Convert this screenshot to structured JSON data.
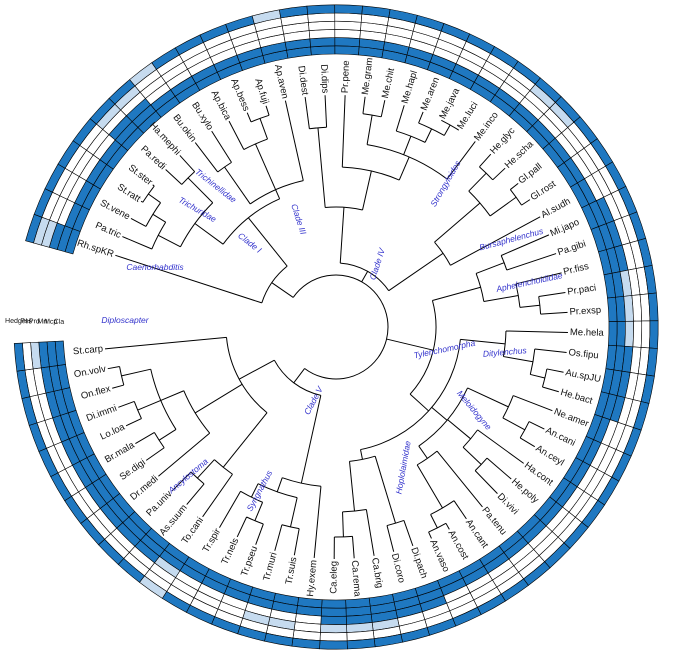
{
  "colors": {
    "present": "#1F78C1",
    "partial": "#C6DBEF",
    "absent": "#FFFFFF",
    "clade_text": "#3333CC",
    "meloidogyne_branch": "#2E8B2E",
    "branch": "#000000"
  },
  "ring_column_labels": [
    "Cla",
    "Mcp",
    "Mrt",
    "Prd",
    "Pss",
    "HedgeH"
  ],
  "clade_labels": [
    {
      "text": "Trichinellidae"
    },
    {
      "text": "Trichuridae"
    },
    {
      "text": "Clade I"
    },
    {
      "text": "Clade III"
    },
    {
      "text": "Clade IV"
    },
    {
      "text": "Strongyloides"
    },
    {
      "text": "Bursaphelenchus"
    },
    {
      "text": "Aphelenchoididae"
    },
    {
      "text": "Tylenchomorpha"
    },
    {
      "text": "Ditylenchus"
    },
    {
      "text": "Meloidogyne"
    },
    {
      "text": "Hoplolaimidae"
    },
    {
      "text": "Clade V"
    },
    {
      "text": "Syngnathus"
    },
    {
      "text": "Ancylostoma"
    },
    {
      "text": "Caenorhabditis"
    },
    {
      "text": "Diploscapter"
    }
  ],
  "taxa": [
    {
      "name": "Rh.spKR",
      "states": [
        1,
        1,
        1,
        2,
        2,
        1
      ]
    },
    {
      "name": "Pa.tric",
      "states": [
        1,
        1,
        0,
        0,
        0,
        1
      ]
    },
    {
      "name": "St.vene",
      "states": [
        1,
        1,
        0,
        0,
        0,
        1
      ]
    },
    {
      "name": "St.ratt",
      "states": [
        1,
        1,
        0,
        0,
        0,
        1
      ]
    },
    {
      "name": "St.ster",
      "states": [
        1,
        1,
        0,
        0,
        0,
        1
      ]
    },
    {
      "name": "Pa.redi",
      "states": [
        1,
        1,
        1,
        0,
        2,
        1
      ]
    },
    {
      "name": "Ha.mephi",
      "states": [
        1,
        1,
        1,
        0,
        2,
        1
      ]
    },
    {
      "name": "Bu.okin",
      "states": [
        1,
        1,
        0,
        0,
        0,
        2
      ]
    },
    {
      "name": "Bu.xylo",
      "states": [
        1,
        1,
        0,
        0,
        0,
        1
      ]
    },
    {
      "name": "Ap.bica",
      "states": [
        1,
        1,
        0,
        0,
        0,
        1
      ]
    },
    {
      "name": "Ap.bess",
      "states": [
        1,
        1,
        0,
        0,
        0,
        1
      ]
    },
    {
      "name": "Ap.fuji",
      "states": [
        1,
        1,
        0,
        0,
        0,
        1
      ]
    },
    {
      "name": "Ap.aven",
      "states": [
        1,
        1,
        0,
        0,
        0,
        2
      ]
    },
    {
      "name": "Di.dest",
      "states": [
        1,
        1,
        0,
        0,
        0,
        1
      ]
    },
    {
      "name": "Di.dips",
      "states": [
        1,
        1,
        0,
        0,
        0,
        1
      ]
    },
    {
      "name": "Pr.pene",
      "states": [
        1,
        1,
        0,
        0,
        0,
        1
      ]
    },
    {
      "name": "Me.gram",
      "states": [
        1,
        1,
        0,
        0,
        0,
        1
      ]
    },
    {
      "name": "Me.chit",
      "states": [
        1,
        1,
        0,
        0,
        0,
        1
      ]
    },
    {
      "name": "Me.hapl",
      "states": [
        1,
        1,
        0,
        0,
        0,
        1
      ]
    },
    {
      "name": "Me.aren",
      "states": [
        1,
        1,
        0,
        0,
        0,
        1
      ]
    },
    {
      "name": "Me.java",
      "states": [
        1,
        1,
        0,
        0,
        0,
        1
      ]
    },
    {
      "name": "Me.luci",
      "states": [
        1,
        1,
        0,
        0,
        0,
        1
      ]
    },
    {
      "name": "Me.inco",
      "states": [
        1,
        1,
        0,
        0,
        0,
        1
      ]
    },
    {
      "name": "He.glyc",
      "states": [
        1,
        1,
        0,
        0,
        2,
        1
      ]
    },
    {
      "name": "He.scha",
      "states": [
        1,
        1,
        0,
        0,
        2,
        1
      ]
    },
    {
      "name": "Gl.pall",
      "states": [
        1,
        1,
        0,
        0,
        0,
        1
      ]
    },
    {
      "name": "Gl.rost",
      "states": [
        1,
        1,
        0,
        0,
        0,
        1
      ]
    },
    {
      "name": "Al.sudh",
      "states": [
        1,
        1,
        0,
        0,
        0,
        1
      ]
    },
    {
      "name": "Mi.japo",
      "states": [
        1,
        1,
        1,
        0,
        0,
        1
      ]
    },
    {
      "name": "Pa.gibi",
      "states": [
        1,
        1,
        1,
        0,
        0,
        1
      ]
    },
    {
      "name": "Pr.fiss",
      "states": [
        1,
        1,
        1,
        0,
        0,
        1
      ]
    },
    {
      "name": "Pr.paci",
      "states": [
        1,
        1,
        2,
        0,
        0,
        1
      ]
    },
    {
      "name": "Pr.exsp",
      "states": [
        1,
        1,
        2,
        0,
        0,
        1
      ]
    },
    {
      "name": "Me.hela",
      "states": [
        1,
        1,
        2,
        0,
        0,
        1
      ]
    },
    {
      "name": "Os.fipu",
      "states": [
        1,
        1,
        1,
        0,
        0,
        1
      ]
    },
    {
      "name": "Au.spJU",
      "states": [
        1,
        1,
        1,
        0,
        0,
        1
      ]
    },
    {
      "name": "He.bact",
      "states": [
        1,
        1,
        1,
        0,
        0,
        1
      ]
    },
    {
      "name": "Ne.amer",
      "states": [
        1,
        1,
        0,
        0,
        0,
        1
      ]
    },
    {
      "name": "An.cani",
      "states": [
        1,
        1,
        0,
        0,
        0,
        1
      ]
    },
    {
      "name": "An.ceyl",
      "states": [
        1,
        1,
        0,
        0,
        0,
        1
      ]
    },
    {
      "name": "Ha.cont",
      "states": [
        1,
        1,
        0,
        0,
        0,
        1
      ]
    },
    {
      "name": "He.poly",
      "states": [
        1,
        1,
        0,
        0,
        0,
        1
      ]
    },
    {
      "name": "Di.vivi",
      "states": [
        1,
        1,
        0,
        0,
        0,
        1
      ]
    },
    {
      "name": "Pa.tenu",
      "states": [
        1,
        1,
        0,
        0,
        0,
        1
      ]
    },
    {
      "name": "An.cant",
      "states": [
        1,
        1,
        0,
        0,
        0,
        1
      ]
    },
    {
      "name": "An.cost",
      "states": [
        1,
        1,
        0,
        0,
        0,
        1
      ]
    },
    {
      "name": "An.vaso",
      "states": [
        1,
        1,
        0,
        0,
        0,
        1
      ]
    },
    {
      "name": "Di.pach",
      "states": [
        1,
        1,
        1,
        0,
        0,
        1
      ]
    },
    {
      "name": "Di.coro",
      "states": [
        1,
        1,
        1,
        0,
        0,
        1
      ]
    },
    {
      "name": "Ca.brig",
      "states": [
        1,
        1,
        1,
        2,
        0,
        1
      ]
    },
    {
      "name": "Ca.rema",
      "states": [
        1,
        1,
        1,
        2,
        0,
        1
      ]
    },
    {
      "name": "Ca.eleg",
      "states": [
        1,
        1,
        1,
        2,
        0,
        1
      ]
    },
    {
      "name": "Hy.exem",
      "states": [
        1,
        1,
        0,
        0,
        0,
        1
      ]
    },
    {
      "name": "Tr.suis",
      "states": [
        1,
        1,
        0,
        2,
        0,
        1
      ]
    },
    {
      "name": "Tr.muri",
      "states": [
        1,
        1,
        0,
        2,
        0,
        1
      ]
    },
    {
      "name": "Tr.pseu",
      "states": [
        1,
        1,
        0,
        0,
        0,
        1
      ]
    },
    {
      "name": "Tr.nels",
      "states": [
        1,
        1,
        0,
        0,
        0,
        1
      ]
    },
    {
      "name": "Tr.spir",
      "states": [
        1,
        1,
        0,
        0,
        0,
        1
      ]
    },
    {
      "name": "To.cani",
      "states": [
        1,
        1,
        2,
        0,
        0,
        2
      ]
    },
    {
      "name": "As.suum",
      "states": [
        1,
        1,
        1,
        0,
        0,
        1
      ]
    },
    {
      "name": "Pa.univ",
      "states": [
        1,
        1,
        1,
        0,
        0,
        1
      ]
    },
    {
      "name": "Dr.medi",
      "states": [
        1,
        1,
        1,
        0,
        0,
        1
      ]
    },
    {
      "name": "Se.digi",
      "states": [
        1,
        1,
        1,
        0,
        0,
        1
      ]
    },
    {
      "name": "Br.mala",
      "states": [
        1,
        1,
        1,
        0,
        0,
        1
      ]
    },
    {
      "name": "Lo.loa",
      "states": [
        1,
        1,
        1,
        0,
        0,
        1
      ]
    },
    {
      "name": "Di.immi",
      "states": [
        1,
        1,
        1,
        0,
        0,
        1
      ]
    },
    {
      "name": "On.flex",
      "states": [
        1,
        1,
        1,
        0,
        0,
        1
      ]
    },
    {
      "name": "On.volv",
      "states": [
        1,
        1,
        1,
        0,
        0,
        1
      ]
    },
    {
      "name": "St.carp",
      "states": [
        1,
        1,
        1,
        2,
        0,
        1
      ]
    }
  ]
}
